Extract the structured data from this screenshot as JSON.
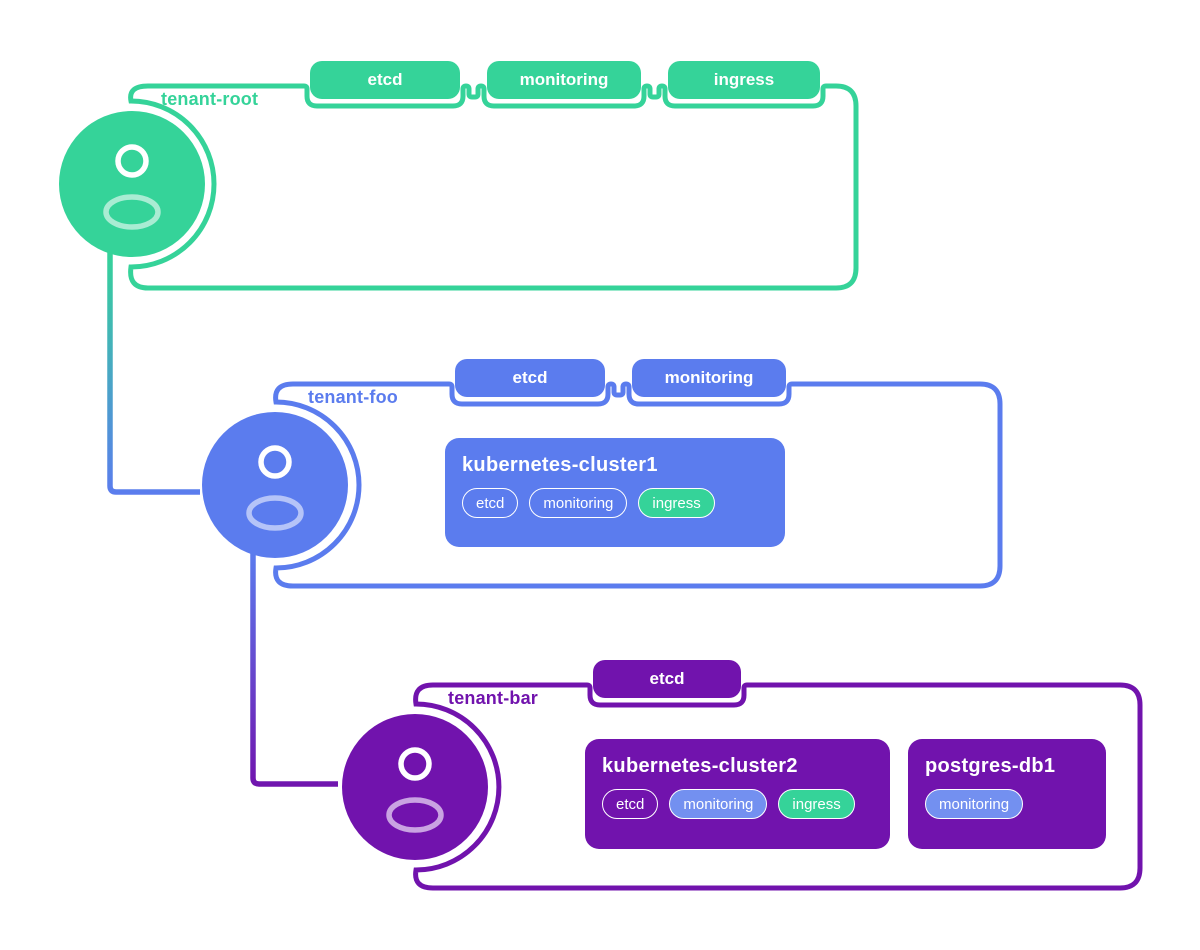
{
  "colors": {
    "green": "#35d399",
    "green_light": "#a9ecd3",
    "blue": "#5b7cee",
    "blue_light": "#b5c4f8",
    "blue_tag": "#7390f0",
    "purple": "#7113ad",
    "purple_light": "#c9a3e2"
  },
  "tenants": [
    {
      "label": "tenant-root",
      "badges": [
        "etcd",
        "monitoring",
        "ingress"
      ],
      "workloads": []
    },
    {
      "label": "tenant-foo",
      "badges": [
        "etcd",
        "monitoring"
      ],
      "workloads": [
        {
          "name": "kubernetes-cluster1",
          "tags": [
            {
              "label": "etcd",
              "style": "outline"
            },
            {
              "label": "monitoring",
              "style": "outline"
            },
            {
              "label": "ingress",
              "style": "green"
            }
          ]
        }
      ]
    },
    {
      "label": "tenant-bar",
      "badges": [
        "etcd"
      ],
      "workloads": [
        {
          "name": "kubernetes-cluster2",
          "tags": [
            {
              "label": "etcd",
              "style": "outline"
            },
            {
              "label": "monitoring",
              "style": "blue"
            },
            {
              "label": "ingress",
              "style": "green"
            }
          ]
        },
        {
          "name": "postgres-db1",
          "tags": [
            {
              "label": "monitoring",
              "style": "blue"
            }
          ]
        }
      ]
    }
  ]
}
